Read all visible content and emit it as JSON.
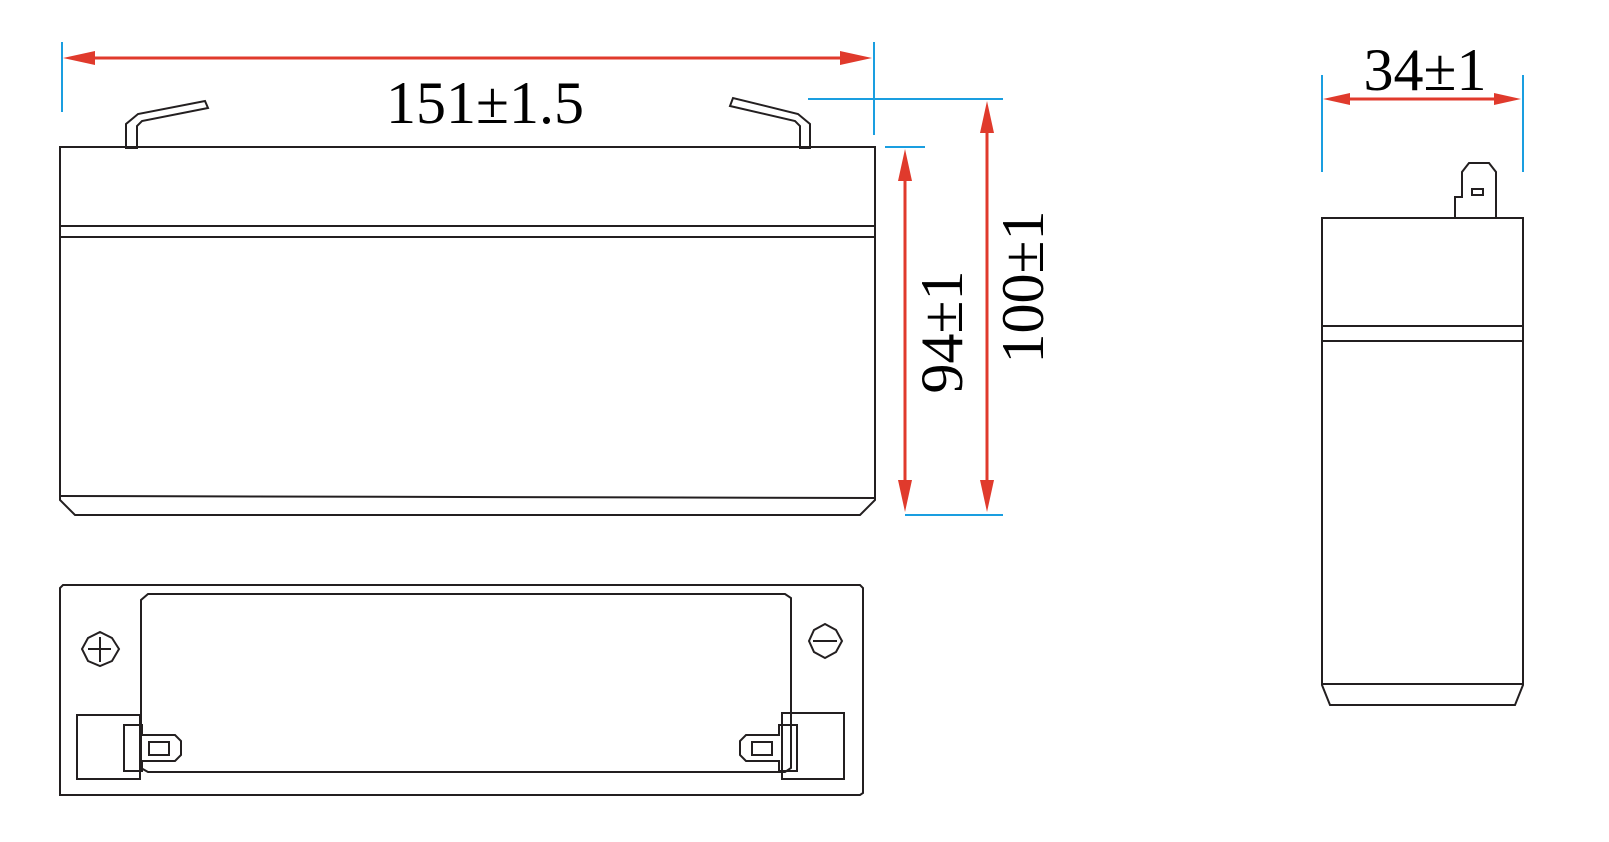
{
  "dimensions": {
    "length": "151±1.5",
    "container_height": "94±1",
    "total_height": "100±1",
    "width": "34±1"
  },
  "terminal_symbols": {
    "positive": "+",
    "negative": "−"
  },
  "colors": {
    "outline": "#231f20",
    "extension_line": "#1a9ee0",
    "dimension_arrow": "#e03a2c"
  }
}
